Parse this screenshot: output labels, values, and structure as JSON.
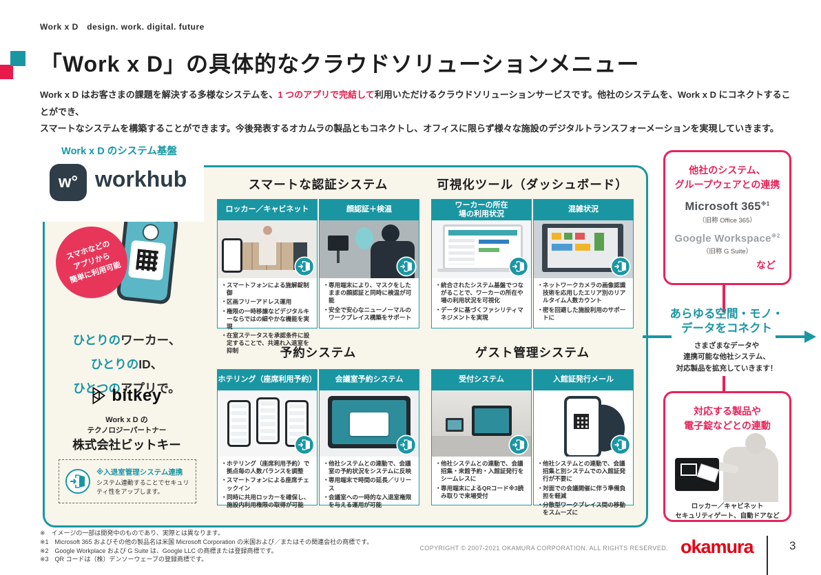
{
  "colors": {
    "teal": "#1A96A3",
    "pink": "#E8194B",
    "pink_border": "#E5245A",
    "cream": "#F8F5EB",
    "navy": "#2E3D47",
    "logo_red": "#E60012"
  },
  "icons": {
    "door_badge": "door-entry-icon",
    "linkage": "door-entry-icon"
  },
  "brand": "Work x D　design. work. digital. future",
  "title": "「Work x D」の具体的なクラウドソリューションメニュー",
  "intro": {
    "pre": "Work x D はお客さまの課題を解決する多様なシステムを、",
    "highlight": "1 つのアプリで完結して",
    "post": "利用いただけるクラウドソリューションサービスです。他社のシステムを、Work x D にコネクトすることができ、\nスマートなシステムを構築することができます。今後発表するオカムラの製品ともコネクトし、オフィスに限らず様々な施設のデジタルトランスフォーメーションを実現していきます。"
  },
  "platform": {
    "heading": "Work x D のシステム基盤",
    "logo_mark": "w°",
    "logo_text": "workhub",
    "badge": "スマホなどの\nアプリから\n簡単に利用可能",
    "tagline": [
      {
        "accent": "ひとりの",
        "rest": "ワーカー、"
      },
      {
        "accent": "ひとりの",
        "rest": "ID、"
      },
      {
        "accent": "ひとつの",
        "rest": "アプリで。"
      }
    ],
    "partner_logo": "bitkey",
    "partner_role1": "Work x D の",
    "partner_role2": "テクノロジーパートナー",
    "partner_name": "株式会社ビットキー",
    "linkage_title": "※入退室管理システム連携",
    "linkage_body": "システム連動することでセキュリティ性をアップします。"
  },
  "section_headings": [
    "スマートな認証システム",
    "可視化ツール（ダッシュボード）",
    "予約システム",
    "ゲスト管理システム"
  ],
  "cards": [
    {
      "title": "ロッカー／キャビネット",
      "bullets": [
        "スマートフォンによる施解錠制御",
        "区画フリーアドレス運用",
        "権限の一時移譲などデジタルキーならではの細やかな機能を実現",
        "在室ステータスを承認条件に設定することで、共連れ入退室を抑制"
      ]
    },
    {
      "title": "顔認証＋検温",
      "bullets": [
        "専用端末により、マスクをしたままの顔認証と同時に検温が可能",
        "安全で安心なニューノーマルのワークプレイス構築をサポート"
      ]
    },
    {
      "title": "ワーカーの所在\n場の利用状況",
      "bullets": [
        "統合されたシステム基盤でつながることで、ワーカーの所在や場の利用状況を可視化",
        "データに基づくファシリティマネジメントを実現"
      ]
    },
    {
      "title": "混雑状況",
      "bullets": [
        "ネットワークカメラの画像認識技術を応用したエリア別のリアルタイム人数カウント",
        "密を回避した施設利用のサポートに"
      ]
    },
    {
      "title": "ホテリング（座席利用予約）",
      "bullets": [
        "ホテリング（座席利用予約）で拠点毎の人数バランスを調整",
        "スマートフォンによる座席チェックイン",
        "同時に共用ロッカーを確保し、施設内利用権限の取得が可能"
      ]
    },
    {
      "title": "会議室予約システム",
      "bullets": [
        "他社システムとの連動で、会議室の予約状況をシステムに反映",
        "専用端末で時間の延長／リリース",
        "会議室への一時的な入退室権限を与える運用が可能"
      ]
    },
    {
      "title": "受付システム",
      "bullets": [
        "他社システムとの連動で、会議招集・来館予約・入館証発行をシームレスに",
        "専用端末によるQRコード※3読み取りで来場受付"
      ]
    },
    {
      "title": "入館証発行メール",
      "bullets": [
        "他社システムとの連動で、会議招集と別システムでの入館証発行が不要に",
        "対面での会議開催に伴う準備負担を軽減",
        "分散型ワークプレイス間の移動をスムーズに"
      ]
    }
  ],
  "right_panel": {
    "box1": {
      "title": "他社のシステム、\nグループウェアとの連携",
      "items": [
        {
          "name": "Microsoft 365",
          "sup": "※1",
          "alias": "（旧称 Office 365）"
        },
        {
          "name": "Google Workspace",
          "sup": "※2",
          "alias": "（旧称 G Suite）"
        }
      ],
      "etc": "など"
    },
    "connect": {
      "title": "あらゆる空間・モノ・\nデータをコネクト",
      "body": "さまざまなデータや\n連携可能な他社システム、\n対応製品を拡充していきます！"
    },
    "box2": {
      "title": "対応する製品や\n電子錠などとの連動",
      "caption": "ロッカー／キャビネット\nセキュリティゲート、自動ドアなど"
    }
  },
  "footnotes": [
    "※　イメージの一部は開発中のものであり、実際とは異なります。",
    "※1　Microsoft 365 およびその他の製品名は米国 Microsoft Corporation の米国および／またはその関連会社の商標です。",
    "※2　Google Workplace および G Suite は、Google LLC の商標または登録商標です。",
    "※3　QR コードは（株）デンソーウェーブの登録商標です。"
  ],
  "footer": {
    "copyright": "COPYRIGHT © 2007-2021 OKAMURA CORPORATION. ALL RIGHTS RESERVED.",
    "logo": "okamura",
    "page": "3"
  }
}
